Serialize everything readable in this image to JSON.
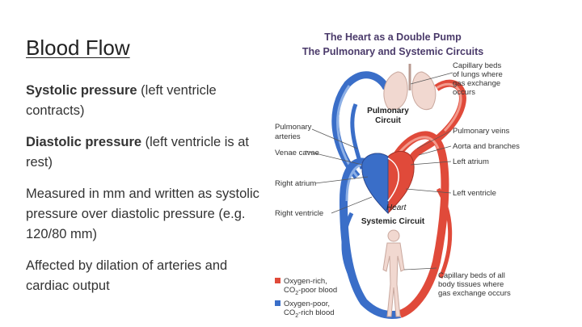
{
  "slide": {
    "title": "Blood Flow",
    "systolic": {
      "term": "Systolic pressure",
      "rest": " (left ventricle contracts)"
    },
    "diastolic": {
      "term": "Diastolic pressure",
      "rest": " (left ventricle is at rest)"
    },
    "measured": "Measured in mm and written as systolic pressure over diastolic pressure (e.g. 120/80 mm)",
    "affected": "Affected by dilation of arteries and cardiac output"
  },
  "diagram": {
    "title_line1": "The Heart as a Double Pump",
    "title_line2": "The Pulmonary and Systemic Circuits",
    "capillary_lungs": [
      "Capillary beds",
      "of lungs where",
      "gas exchange",
      "occurs"
    ],
    "pulmonary_circuit": [
      "Pulmonary",
      "Circuit"
    ],
    "pulmonary_arteries": [
      "Pulmonary",
      "arteries"
    ],
    "venae_cavae": "Venae cavae",
    "right_atrium": "Right atrium",
    "right_ventricle": "Right ventricle",
    "pulmonary_veins": "Pulmonary veins",
    "aorta": "Aorta and branches",
    "left_atrium": "Left atrium",
    "left_ventricle": "Left ventricle",
    "heart": "Heart",
    "systemic_circuit": "Systemic Circuit",
    "capillary_body": [
      "Capillary beds of all",
      "body tissues where",
      "gas exchange occurs"
    ],
    "legend": [
      {
        "line1": "Oxygen-rich,",
        "line2_pre": "CO",
        "sub": "2",
        "line2_post": "-poor blood",
        "color": "#e04a3a"
      },
      {
        "line1": "Oxygen-poor,",
        "line2_pre": "CO",
        "sub": "2",
        "line2_post": "-rich blood",
        "color": "#3a6ec8"
      }
    ],
    "colors": {
      "oxygen_rich": "#e04a3a",
      "oxygen_poor": "#3a6ec8",
      "title": "#4a3a6a"
    }
  }
}
